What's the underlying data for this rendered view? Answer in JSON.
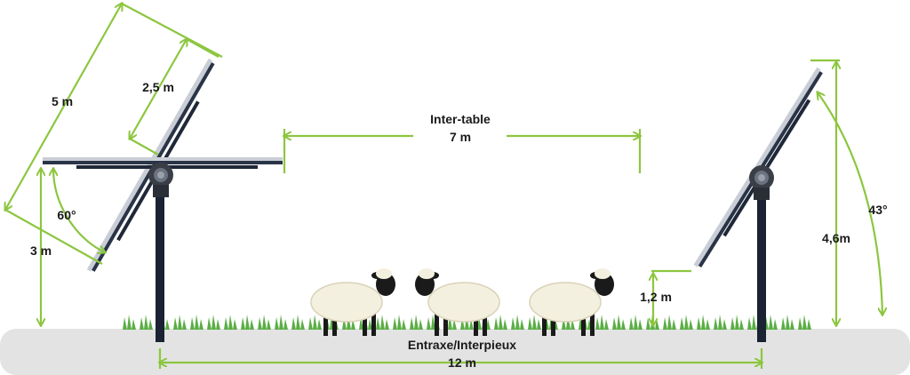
{
  "colors": {
    "accent": "#8cc63f",
    "ground": "#e3e3e3",
    "panel": "#1f2838",
    "post": "#1a2233",
    "grass": "#5aae45"
  },
  "labels": {
    "panel_length": "5 m",
    "panel_half": "2,5 m",
    "left_angle": "60°",
    "left_height": "3 m",
    "inter_table_title": "Inter-table",
    "inter_table_value": "7 m",
    "right_angle": "43°",
    "right_height": "4,6m",
    "right_low_edge": "1,2 m",
    "spacing_title": "Entraxe/Interpieux",
    "spacing_value": "12 m"
  },
  "icons": [
    "solar-tracker-left",
    "solar-tracker-right",
    "sheep-icon",
    "grass-icon"
  ]
}
